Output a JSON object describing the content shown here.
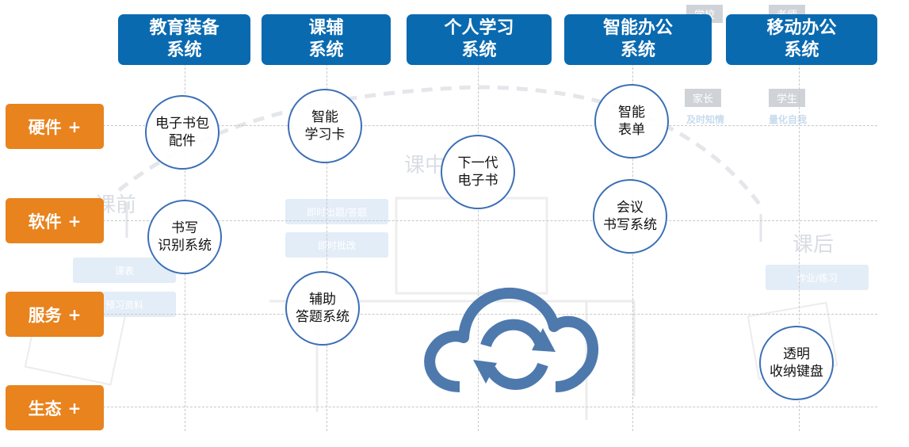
{
  "columns": [
    {
      "line1": "教育装备",
      "line2": "系统"
    },
    {
      "line1": "课辅",
      "line2": "系统"
    },
    {
      "line1": "个人学习",
      "line2": "系统"
    },
    {
      "line1": "智能办公",
      "line2": "系统"
    },
    {
      "line1": "移动办公",
      "line2": "系统"
    }
  ],
  "rows": [
    {
      "label": "硬件",
      "plus": "+"
    },
    {
      "label": "软件",
      "plus": "+"
    },
    {
      "label": "服务",
      "plus": "+"
    },
    {
      "label": "生态",
      "plus": "+"
    }
  ],
  "nodes": [
    {
      "line1": "电子书包",
      "line2": "配件"
    },
    {
      "line1": "书写",
      "line2": "识别系统"
    },
    {
      "line1": "智能",
      "line2": "学习卡"
    },
    {
      "line1": "辅助",
      "line2": "答题系统"
    },
    {
      "line1": "下一代",
      "line2": "电子书"
    },
    {
      "line1": "智能",
      "line2": "表单"
    },
    {
      "line1": "会议",
      "line2": "书写系统"
    },
    {
      "line1": "透明",
      "line2": "收纳键盘"
    }
  ],
  "background": {
    "phases": {
      "before": "课前",
      "during": "课中",
      "after": "课后"
    },
    "boxes": {
      "schedule": "课表",
      "preview": "预习资料",
      "quiz": "即时出题/答题",
      "grading": "即时批改",
      "homework": "作业/练习"
    },
    "badges": {
      "school": "学校",
      "teacher": "老师",
      "parent": "家长",
      "student": "学生"
    },
    "captions": {
      "notify": "及时知情",
      "quantify": "量化自我"
    }
  },
  "colors": {
    "header_blue": "#0a6ab0",
    "row_orange": "#e8831e",
    "circle_border": "#3b6fb6",
    "cloud": "#4e79ad"
  }
}
